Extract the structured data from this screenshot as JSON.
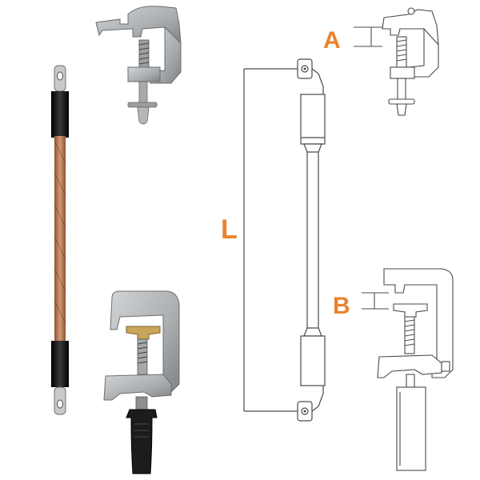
{
  "labels": {
    "length": "L",
    "dim_a": "A",
    "dim_b": "B"
  },
  "colors": {
    "label_orange": "#E8832E",
    "line": "#4a4a4a",
    "copper": "#b57a52",
    "sleeve": "#1a1a1a",
    "clamp_metal": "#b3b6b8",
    "brass": "#c9a55a",
    "handle": "#1c1c1c"
  },
  "icons": [
    "copper-cable-photo",
    "small-clamp-photo",
    "large-clamp-with-handle-photo",
    "cable-assembly-drawing",
    "clamp-a-drawing",
    "clamp-b-drawing"
  ]
}
